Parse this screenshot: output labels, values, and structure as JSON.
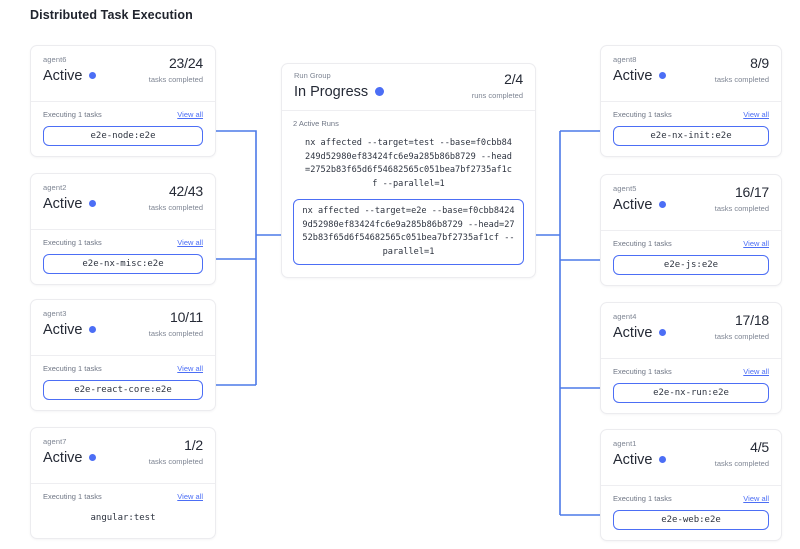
{
  "page": {
    "title": "Distributed Task Execution",
    "accent_color": "#4c6ef5",
    "card_border_color": "#ececef",
    "background_color": "#ffffff"
  },
  "run_group": {
    "label": "Run Group",
    "status": "In Progress",
    "status_dot_color": "#4c6ef5",
    "count": "2/4",
    "count_label": "runs completed",
    "active_runs_label": "2 Active Runs",
    "runs": [
      {
        "command": "nx affected --target=test --base=f0cbb84249d52980ef83424fc6e9a285b86b8729 --head=2752b83f65d6f54682565c051bea7bf2735af1cf --parallel=1",
        "highlighted": false
      },
      {
        "command": "nx affected --target=e2e --base=f0cbb84249d52980ef83424fc6e9a285b86b8729 --head=2752b83f65d6f54682565c051bea7bf2735af1cf --parallel=1",
        "highlighted": true
      }
    ]
  },
  "agents_left": [
    {
      "name": "agent6",
      "status": "Active",
      "count": "23/24",
      "count_label": "tasks completed",
      "executing_label": "Executing 1 tasks",
      "view_all_label": "View all",
      "task": "e2e-node:e2e",
      "task_pill": true
    },
    {
      "name": "agent2",
      "status": "Active",
      "count": "42/43",
      "count_label": "tasks completed",
      "executing_label": "Executing 1 tasks",
      "view_all_label": "View all",
      "task": "e2e-nx-misc:e2e",
      "task_pill": true
    },
    {
      "name": "agent3",
      "status": "Active",
      "count": "10/11",
      "count_label": "tasks completed",
      "executing_label": "Executing 1 tasks",
      "view_all_label": "View all",
      "task": "e2e-react-core:e2e",
      "task_pill": true
    },
    {
      "name": "agent7",
      "status": "Active",
      "count": "1/2",
      "count_label": "tasks completed",
      "executing_label": "Executing 1 tasks",
      "view_all_label": "View all",
      "task": "angular:test",
      "task_pill": false
    }
  ],
  "agents_right": [
    {
      "name": "agent8",
      "status": "Active",
      "count": "8/9",
      "count_label": "tasks completed",
      "executing_label": "Executing 1 tasks",
      "view_all_label": "View all",
      "task": "e2e-nx-init:e2e",
      "task_pill": true
    },
    {
      "name": "agent5",
      "status": "Active",
      "count": "16/17",
      "count_label": "tasks completed",
      "executing_label": "Executing 1 tasks",
      "view_all_label": "View all",
      "task": "e2e-js:e2e",
      "task_pill": true
    },
    {
      "name": "agent4",
      "status": "Active",
      "count": "17/18",
      "count_label": "tasks completed",
      "executing_label": "Executing 1 tasks",
      "view_all_label": "View all",
      "task": "e2e-nx-run:e2e",
      "task_pill": true
    },
    {
      "name": "agent1",
      "status": "Active",
      "count": "4/5",
      "count_label": "tasks completed",
      "executing_label": "Executing 1 tasks",
      "view_all_label": "View all",
      "task": "e2e-web:e2e",
      "task_pill": true
    }
  ]
}
